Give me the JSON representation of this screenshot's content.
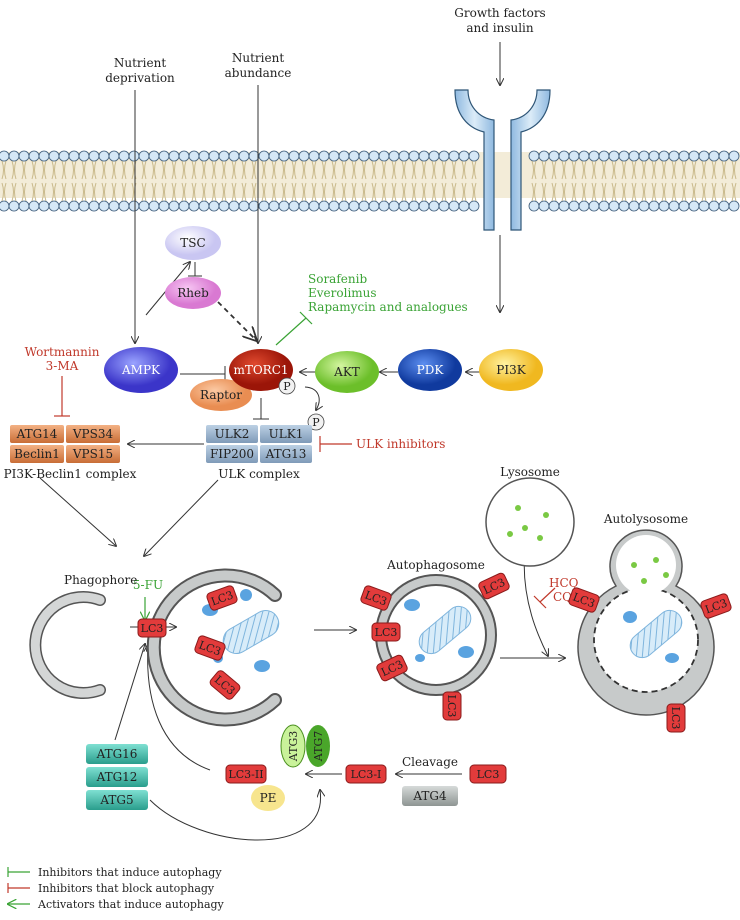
{
  "signals": {
    "nutrient_deprivation": [
      "Nutrient",
      "deprivation"
    ],
    "nutrient_abundance": [
      "Nutrient",
      "abundance"
    ],
    "growth_factors": [
      "Growth factors",
      "and insulin"
    ]
  },
  "nodes": {
    "tsc": "TSC",
    "rheb": "Rheb",
    "ampk": "AMPK",
    "mtorc1": "mTORC1",
    "raptor": "Raptor",
    "akt": "AKT",
    "pdk": "PDK",
    "pi3k": "PI3K",
    "p": "P"
  },
  "ulk_complex": {
    "cells": [
      "ULK2",
      "ULK1",
      "FIP200",
      "ATG13"
    ],
    "caption": "ULK complex"
  },
  "pi3k_complex": {
    "cells": [
      "ATG14",
      "VPS34",
      "Beclin1",
      "VPS15"
    ],
    "caption": "PI3K-Beclin1 complex"
  },
  "drugs": {
    "mtor_inhibitors": [
      "Sorafenib",
      "Everolimus",
      "Rapamycin and analogues"
    ],
    "pi3k_inhibitors": [
      "Wortmannin",
      "3-MA"
    ],
    "ulk_inhibitors": "ULK inhibitors",
    "fu": "5-FU",
    "lyso_inhibitors": [
      "HCQ",
      "CQ"
    ]
  },
  "stages": {
    "phagophore": "Phagophore",
    "autophagosome": "Autophagosome",
    "lysosome": "Lysosome",
    "autolysosome": "Autolysosome"
  },
  "lc3": {
    "marker": "LC3",
    "lc3_i": "LC3-I",
    "lc3_ii": "LC3-II",
    "pe": "PE",
    "atg3": "ATG3",
    "atg7": "ATG7",
    "atg4": "ATG4",
    "cleavage": "Cleavage"
  },
  "atg_stack": [
    "ATG16",
    "ATG12",
    "ATG5"
  ],
  "legend": [
    {
      "text": "Inhibitors that induce autophagy",
      "color": "#3aa335"
    },
    {
      "text": "Inhibitors that block autophagy",
      "color": "#c0392b"
    },
    {
      "text": "Activators that induce autophagy",
      "color": "#3aa335"
    }
  ],
  "colors": {
    "inhibit_induce": "#3aa335",
    "inhibit_block": "#c0392b",
    "lc3_red": "#e23b3b",
    "membrane": "#cfe4f5"
  }
}
